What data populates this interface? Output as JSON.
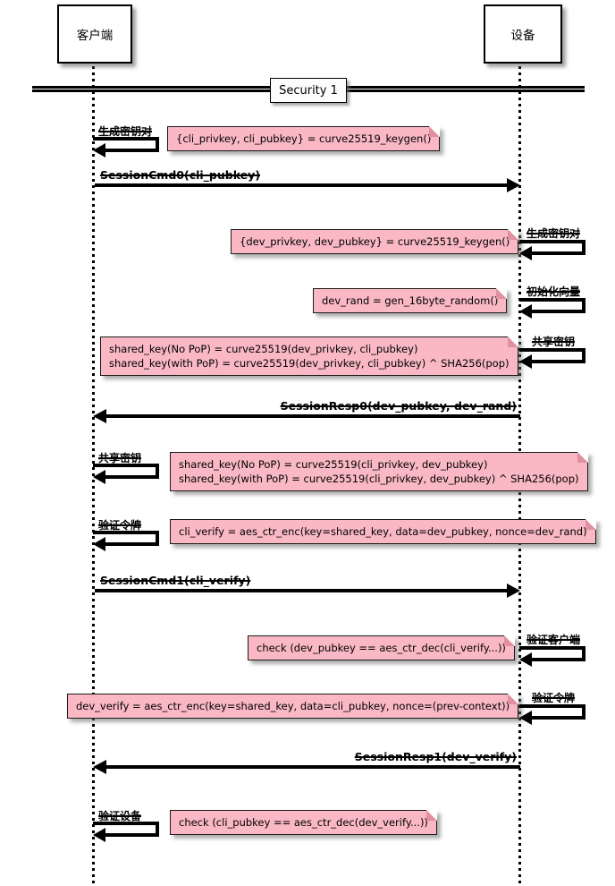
{
  "participants": {
    "client": "客户端",
    "device": "设备"
  },
  "divider": {
    "label": "Security 1"
  },
  "colors": {
    "note_bg": "#f9b8c3",
    "note_border": "#1a1a1a",
    "line": "#000000"
  },
  "messages": {
    "m1": "SessionCmd0(cli_pubkey)",
    "m2": "SessionResp0(dev_pubkey, dev_rand)",
    "m3": "SessionCmd1(cli_verify)",
    "m4": "SessionResp1(dev_verify)"
  },
  "ops": {
    "client_keygen": "生成密钥对",
    "device_keygen": "生成密钥对",
    "device_iv": "初始化向量",
    "device_shared": "共享密钥",
    "client_shared": "共享密钥",
    "client_token": "验证令牌",
    "device_verify_client": "验证客户端",
    "device_token": "验证令牌",
    "client_verify_device": "验证设备"
  },
  "notes": {
    "n1": "{cli_privkey, cli_pubkey} = curve25519_keygen()",
    "n2": "{dev_privkey, dev_pubkey} = curve25519_keygen()",
    "n3": "dev_rand = gen_16byte_random()",
    "n4a": "shared_key(No PoP) = curve25519(dev_privkey, cli_pubkey)",
    "n4b": "shared_key(with PoP) = curve25519(dev_privkey, cli_pubkey) ^ SHA256(pop)",
    "n5a": "shared_key(No PoP) = curve25519(cli_privkey, dev_pubkey)",
    "n5b": "shared_key(with PoP) = curve25519(cli_privkey, dev_pubkey) ^ SHA256(pop)",
    "n6": "cli_verify = aes_ctr_enc(key=shared_key, data=dev_pubkey, nonce=dev_rand)",
    "n7": "check (dev_pubkey == aes_ctr_dec(cli_verify...))",
    "n8": "dev_verify = aes_ctr_enc(key=shared_key, data=cli_pubkey, nonce=(prev-context))",
    "n9": "check (cli_pubkey == aes_ctr_dec(dev_verify...))"
  }
}
